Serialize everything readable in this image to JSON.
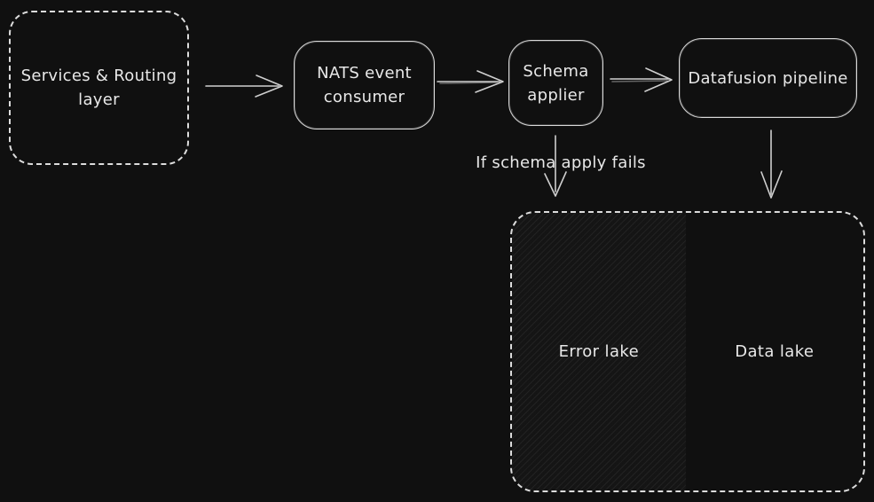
{
  "diagram": {
    "style": "hand-drawn-dark",
    "colors": {
      "background": "#101010",
      "stroke": "#d9d9d9",
      "text": "#e8e8e8",
      "error_lake_hatch": "#2a2a2a"
    },
    "nodes": {
      "services": {
        "line1": "Services & Routing",
        "line2": "layer",
        "border": "dashed"
      },
      "nats": {
        "line1": "NATS event",
        "line2": "consumer",
        "border": "solid"
      },
      "schema": {
        "line1": "Schema",
        "line2": "applier",
        "border": "solid"
      },
      "datafusion": {
        "label": "Datafusion pipeline",
        "border": "solid"
      },
      "error_lake": {
        "label": "Error lake",
        "fill": "hatched"
      },
      "data_lake": {
        "label": "Data lake",
        "fill": "none"
      }
    },
    "annotations": {
      "schema_fail": "If schema apply fails"
    },
    "edges": [
      {
        "from": "services",
        "to": "nats"
      },
      {
        "from": "nats",
        "to": "schema"
      },
      {
        "from": "schema",
        "to": "datafusion"
      },
      {
        "from": "schema",
        "to": "error_lake",
        "label": "If schema apply fails"
      },
      {
        "from": "datafusion",
        "to": "data_lake"
      }
    ]
  }
}
